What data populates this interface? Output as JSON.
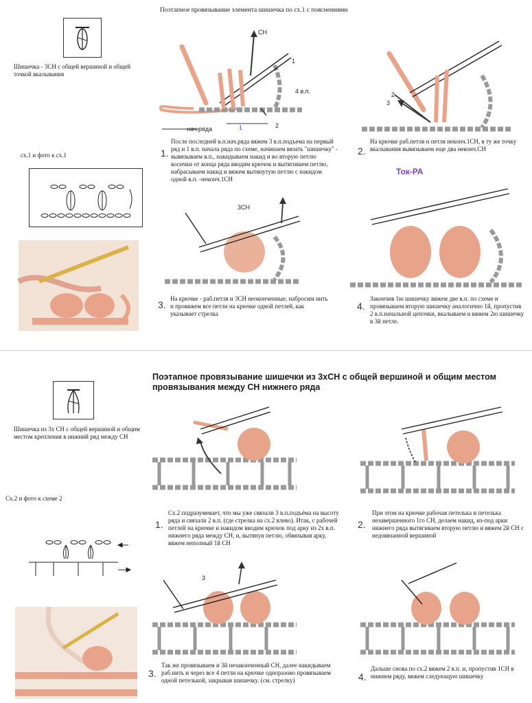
{
  "header": {
    "title1": "Поэтапное провязывание элемента шишечка по сх.1 с пояснениями",
    "title2_line1": "Поэтапное провязывание шишечки из 3хСН  с общей вершиной  и общим местом",
    "title2_line2": "провязывания между СН нижнего ряда"
  },
  "part1": {
    "symbol_caption": "Шишечка - 3СН с общей вершиной и общей точкой вкалывания",
    "scheme_caption": "сх.1  и фото к сх.1",
    "brand": "Ток-РА",
    "labels": {
      "ch": "СН",
      "one": "1",
      "four_vp": "4 в.п.",
      "nach_ryada": "нач.ряда",
      "two": "2",
      "three": "3",
      "three_ch": "3СН"
    },
    "steps": [
      {
        "num": "1.",
        "text": "После последней в.п.нач.ряда  вяжем 3 в.п.подъема на первый ряд и 1 в.п. начала ряда по схеме, начинаем вязать \"шишечку\" - вывязываем в.п., накидываем накид и во вторую петлю косички от конца ряда вводим крючок и вытягиваем петлю, набрасываем накид и вяжем вытянутую петлю с накидом одной в.п. -неконч.1СН"
      },
      {
        "num": "2.",
        "text": "На крючке раб.петля и петля неконч.1СН, в ту же точку вкалывания вывязываем еще два неконч.СН"
      },
      {
        "num": "3.",
        "text": "На крючке - раб.петля и 3СН неоконченные, набросим нить и провяжем все петли на крючке одной петлей, как указывает стрелка"
      },
      {
        "num": "4.",
        "text": "Закончив 1ю шишечку вяжем две в.п. по схеме и провязываем вторую шишечку аналогично 1й, пропустив 2 в.п.начальной цепочки, вкалываем и вяжем 2ю шишечку в 3й петле."
      }
    ]
  },
  "part2": {
    "symbol_caption": "Шишечка из 3х СН с общей вершиной и общим местом крепления в нижний ряд между СН",
    "scheme_caption": "Сх.2  и фото  к схеме 2",
    "labels": {
      "three": "3"
    },
    "steps": [
      {
        "num": "1.",
        "text": "Сх.2 подразумевает, что мы уже связали 3 в.п.подъёма на высоту ряда и связали 2 в.п. (где стрелка на сх.2 влево). Итак, с рабочей петлей на крючке и накидом вводим крючок под арку из 2х в.п. нижнего ряда между СН, и, вытянув петлю, обвязывая арку, вяжем неполный 1й СН"
      },
      {
        "num": "2.",
        "text": "При этом на крючке рабочая петелька и петелька незавершенного 1го СН, делаем накид, из-под арки нижнего ряда вытягиваем вторую петлю и вяжем 2й СН с недовязанной вершиной"
      },
      {
        "num": "3.",
        "text": "Так же провязываем и 3й незаконченный СН,  далее накидываем раб.нить и через все 4 петли на крючке одноразово провязываем одной петелькой, закрывая шишечку. (см. стрелку)"
      },
      {
        "num": "4.",
        "text": "Дальше снова по сх.2 вяжем 2 в.п. и, пропустив 1СН в нижнем ряду, вяжем следующую шишечку"
      }
    ]
  },
  "colors": {
    "yarn_fill": "#e8a48a",
    "yarn_stroke": "#a05a45",
    "hook": "#ffffff",
    "line": "#333333",
    "accent": "#7a3fb5"
  }
}
